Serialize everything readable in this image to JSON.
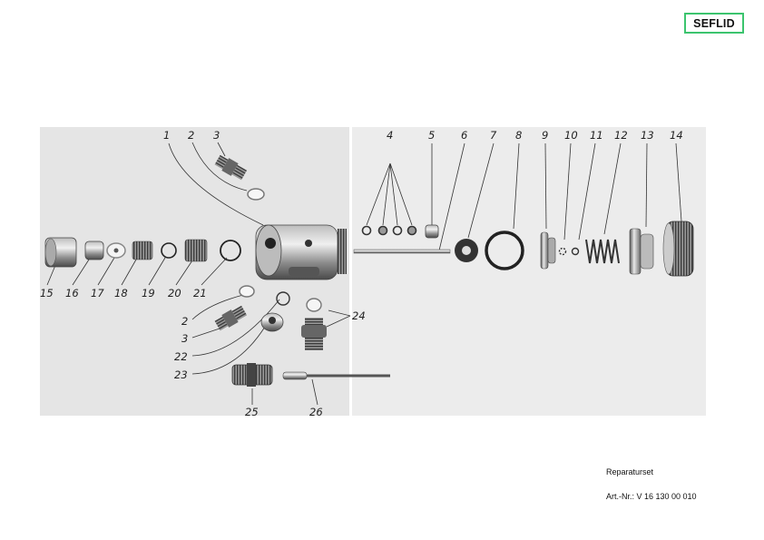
{
  "logo": {
    "text": "SEFLID"
  },
  "callouts": [
    "1",
    "2",
    "3",
    "4",
    "5",
    "6",
    "7",
    "8",
    "9",
    "10",
    "11",
    "12",
    "13",
    "14",
    "15",
    "16",
    "17",
    "18",
    "19",
    "20",
    "21",
    "2",
    "3",
    "22",
    "23",
    "24",
    "25",
    "26"
  ],
  "info": {
    "title": "Reparaturset",
    "article": "Art.-Nr.: V 16 130 00 010"
  }
}
